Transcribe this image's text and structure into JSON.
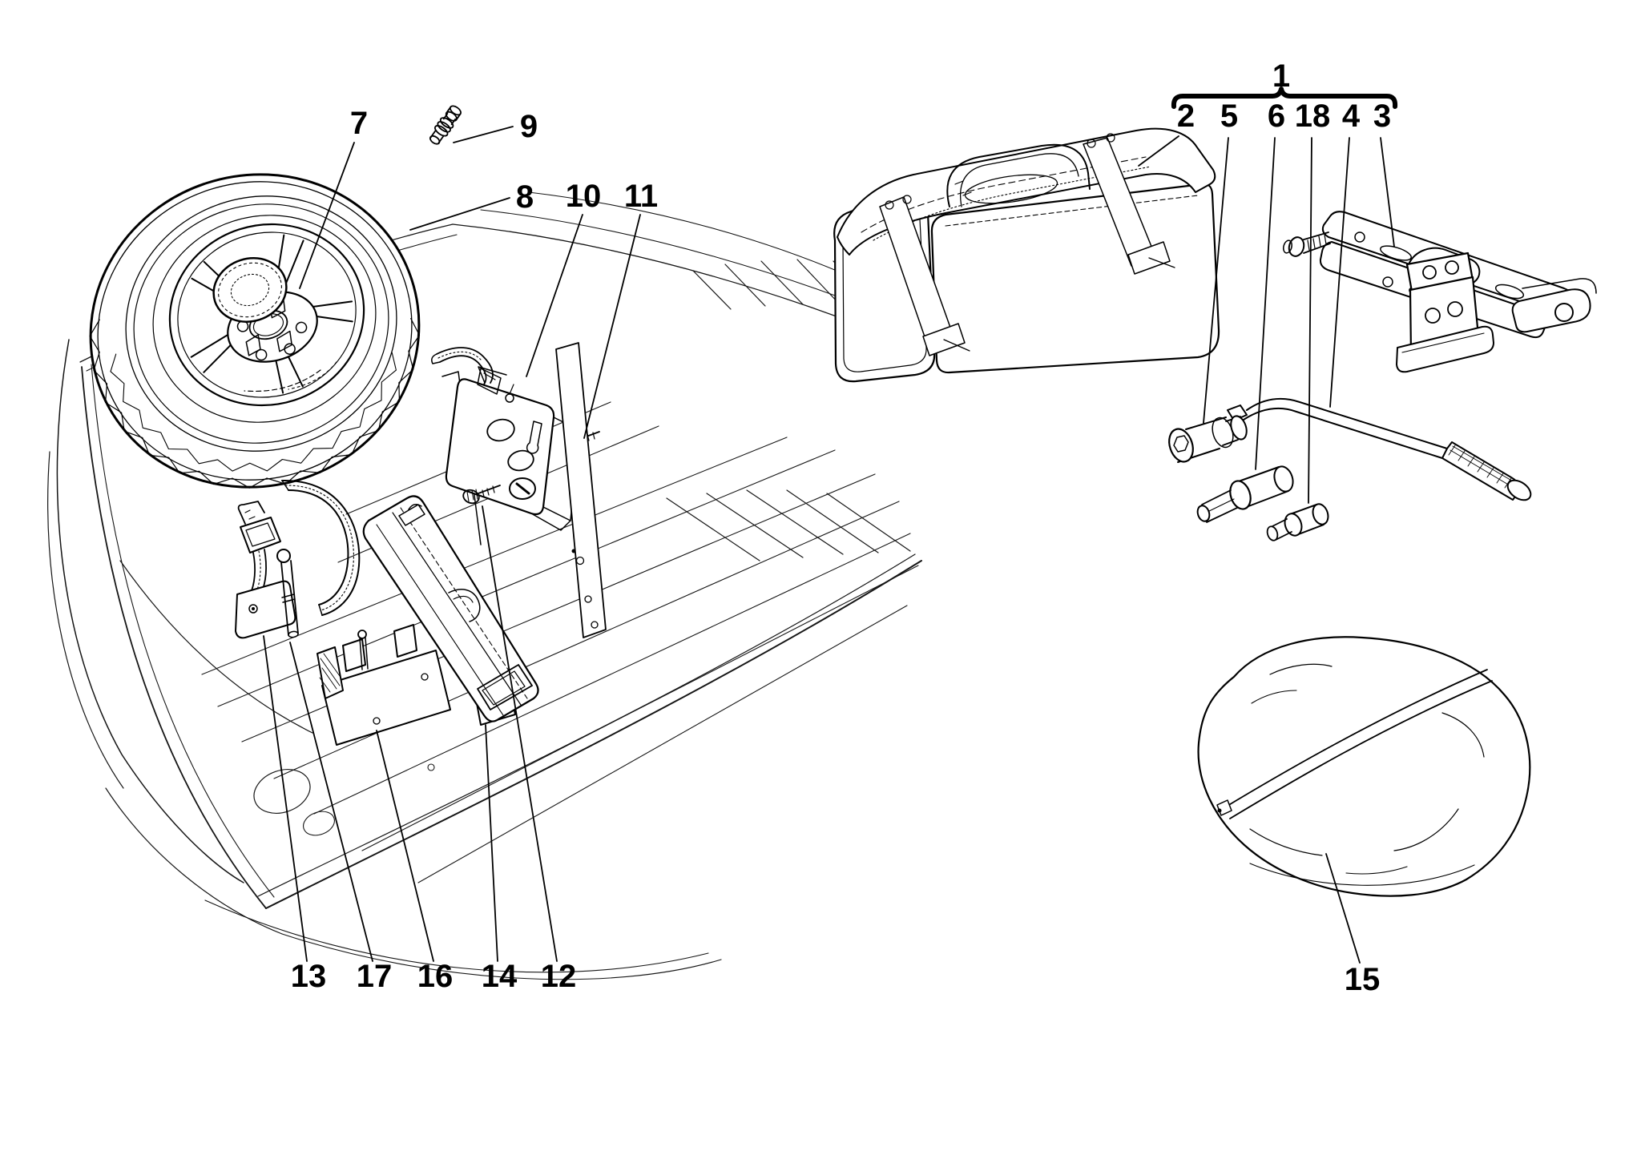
{
  "figure": {
    "kind": "exploded-parts-line-diagram",
    "background_color": "#ffffff",
    "line_color": "#000000",
    "scene_left": "spare wheel above car trunk with fixing brackets, straps, screws and pins",
    "scene_right": "tool kit: tool bag, scissor jack, wrench, sockets and spare-wheel cover bag"
  },
  "callouts": [
    {
      "id": "1",
      "label": "1"
    },
    {
      "id": "2",
      "label": "2"
    },
    {
      "id": "5",
      "label": "5"
    },
    {
      "id": "6",
      "label": "6"
    },
    {
      "id": "18",
      "label": "18"
    },
    {
      "id": "4",
      "label": "4"
    },
    {
      "id": "3",
      "label": "3"
    },
    {
      "id": "7",
      "label": "7"
    },
    {
      "id": "9",
      "label": "9"
    },
    {
      "id": "8",
      "label": "8"
    },
    {
      "id": "10",
      "label": "10"
    },
    {
      "id": "11",
      "label": "11"
    },
    {
      "id": "13",
      "label": "13"
    },
    {
      "id": "17",
      "label": "17"
    },
    {
      "id": "16",
      "label": "16"
    },
    {
      "id": "14",
      "label": "14"
    },
    {
      "id": "12",
      "label": "12"
    },
    {
      "id": "15",
      "label": "15"
    }
  ],
  "group_brace": {
    "group_label": "1",
    "members": [
      "2",
      "5",
      "6",
      "18",
      "4",
      "3"
    ]
  }
}
